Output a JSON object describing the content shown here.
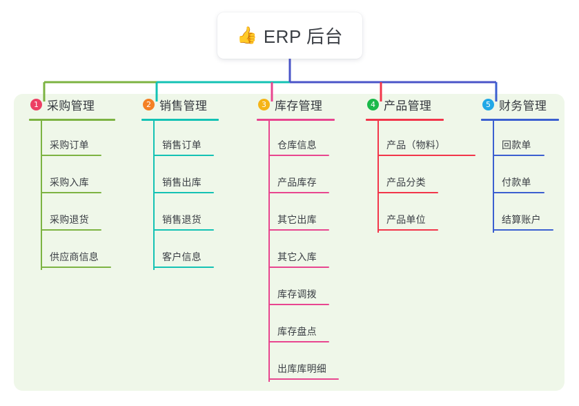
{
  "root": {
    "emoji": "👍",
    "emoji_name": "thumbs-up-icon",
    "title": "ERP 后台"
  },
  "colors": {
    "panel_bg": "#eff7e9",
    "page_bg": "#ffffff",
    "stem": "#4a54c8",
    "text": "#35393f"
  },
  "columns": [
    {
      "index": "1",
      "title": "采购管理",
      "line_color": "#7cb342",
      "badge_color": "#ec3f63",
      "items": [
        {
          "label": "采购订单"
        },
        {
          "label": "采购入库"
        },
        {
          "label": "采购退货"
        },
        {
          "label": "供应商信息"
        }
      ]
    },
    {
      "index": "2",
      "title": "销售管理",
      "line_color": "#13c2b4",
      "badge_color": "#f48024",
      "items": [
        {
          "label": "销售订单"
        },
        {
          "label": "销售出库"
        },
        {
          "label": "销售退货"
        },
        {
          "label": "客户信息"
        }
      ]
    },
    {
      "index": "3",
      "title": "库存管理",
      "line_color": "#e8458f",
      "badge_color": "#f5b417",
      "items": [
        {
          "label": "仓库信息"
        },
        {
          "label": "产品库存"
        },
        {
          "label": "其它出库"
        },
        {
          "label": "其它入库"
        },
        {
          "label": "库存调拨"
        },
        {
          "label": "库存盘点"
        },
        {
          "label": "出库库明细"
        }
      ]
    },
    {
      "index": "4",
      "title": "产品管理",
      "line_color": "#f2354a",
      "badge_color": "#1ab94a",
      "items": [
        {
          "label": "产品（物料）"
        },
        {
          "label": "产品分类"
        },
        {
          "label": "产品单位"
        }
      ]
    },
    {
      "index": "5",
      "title": "财务管理",
      "line_color": "#3b5fd0",
      "badge_color": "#21a8e6",
      "items": [
        {
          "label": "回款单"
        },
        {
          "label": "付款单"
        },
        {
          "label": "结算账户"
        }
      ]
    }
  ]
}
